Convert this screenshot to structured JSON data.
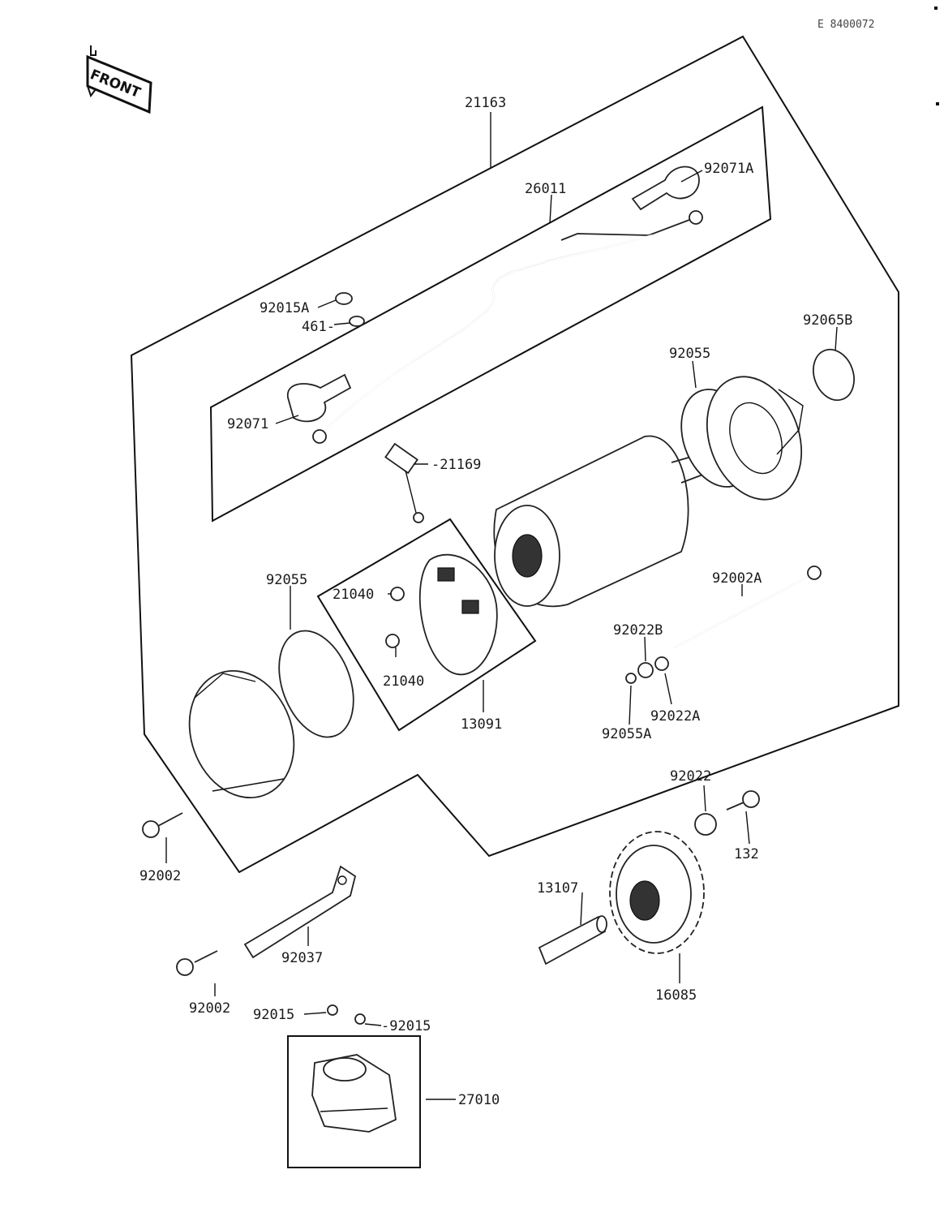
{
  "reference_code": "E 8400072",
  "front_label": "FRONT",
  "parts": [
    {
      "id": "p21163",
      "label": "21163"
    },
    {
      "id": "p92071A",
      "label": "92071A"
    },
    {
      "id": "p26011",
      "label": "26011"
    },
    {
      "id": "p92015A",
      "label": "92015A"
    },
    {
      "id": "p461",
      "label": "461-"
    },
    {
      "id": "p92065B",
      "label": "92065B"
    },
    {
      "id": "p92055top",
      "label": "92055"
    },
    {
      "id": "p92071",
      "label": "92071"
    },
    {
      "id": "p21169",
      "label": "-21169"
    },
    {
      "id": "p92055left",
      "label": "92055"
    },
    {
      "id": "p92002A",
      "label": "92002A"
    },
    {
      "id": "p21040a",
      "label": "21040"
    },
    {
      "id": "p21040b",
      "label": "21040"
    },
    {
      "id": "p92022B",
      "label": "92022B"
    },
    {
      "id": "p13091",
      "label": "13091"
    },
    {
      "id": "p92022A",
      "label": "92022A"
    },
    {
      "id": "p92055A",
      "label": "92055A"
    },
    {
      "id": "p92022",
      "label": "92022"
    },
    {
      "id": "p132",
      "label": "132"
    },
    {
      "id": "p92002left",
      "label": "92002"
    },
    {
      "id": "p13107",
      "label": "13107"
    },
    {
      "id": "p92037",
      "label": "92037"
    },
    {
      "id": "p16085",
      "label": "16085"
    },
    {
      "id": "p92002bottom",
      "label": "92002"
    },
    {
      "id": "p92015a",
      "label": "92015"
    },
    {
      "id": "p92015b",
      "label": "-92015"
    },
    {
      "id": "p27010",
      "label": "27010"
    }
  ]
}
